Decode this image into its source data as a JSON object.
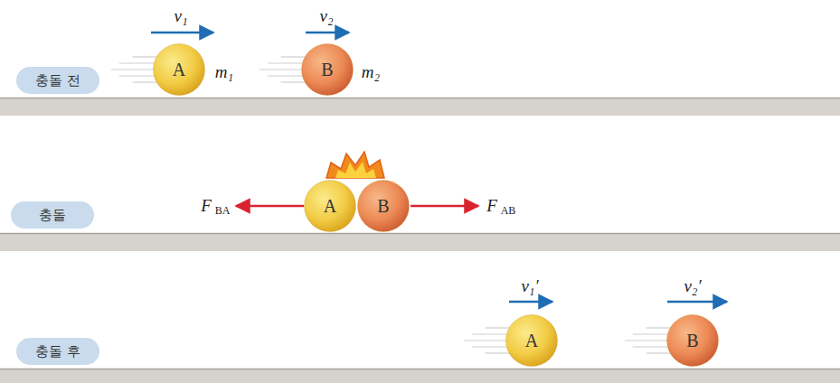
{
  "diagram": {
    "nodes": [
      {
        "text": [
          "충돌 전"
        ]
      },
      {
        "text": [
          "A"
        ]
      },
      {
        "text": [
          "B"
        ]
      },
      {
        "text": [
          "충돌"
        ]
      },
      {
        "text": [
          "A"
        ]
      },
      {
        "text": [
          "B"
        ]
      },
      {
        "text": [
          "충돌 후"
        ]
      },
      {
        "text": [
          "A"
        ]
      },
      {
        "text": [
          "B"
        ]
      }
    ],
    "labels": [
      "v₁",
      "m₁",
      "v₂",
      "m₂",
      "F",
      "BA",
      "F",
      "AB",
      "v₁′",
      "v₂′"
    ]
  }
}
